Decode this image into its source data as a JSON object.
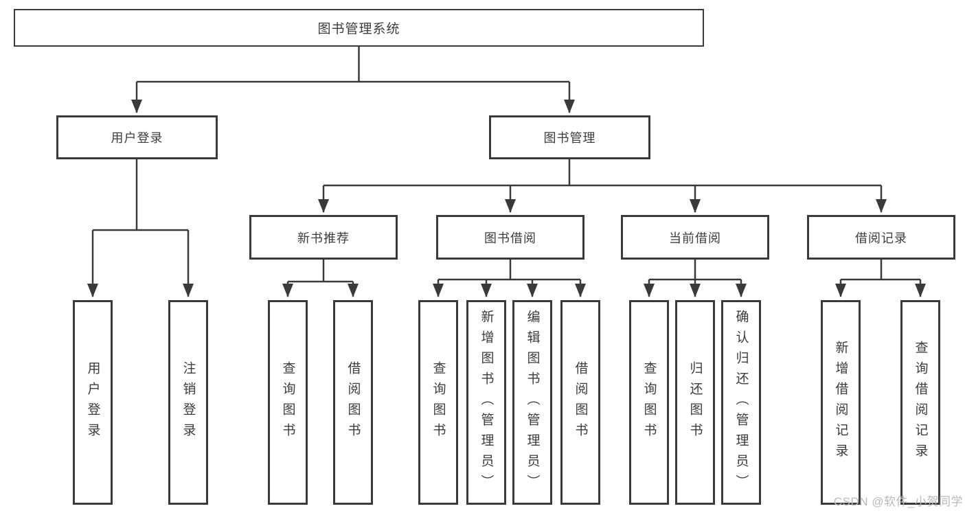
{
  "tree": {
    "root": "图书管理系统",
    "children": [
      {
        "label": "用户登录",
        "children": [
          "用户登录",
          "注销登录"
        ]
      },
      {
        "label": "图书管理",
        "children": [
          {
            "label": "新书推荐",
            "children": [
              "查询图书",
              "借阅图书"
            ]
          },
          {
            "label": "图书借阅",
            "children": [
              "查询图书",
              "新增图书（管理员）",
              "编辑图书（管理员）",
              "借阅图书"
            ]
          },
          {
            "label": "当前借阅",
            "children": [
              "查询图书",
              "归还图书",
              "确认归还（管理员）"
            ]
          },
          {
            "label": "借阅记录",
            "children": [
              "新增借阅记录",
              "查询借阅记录"
            ]
          }
        ]
      }
    ]
  },
  "colors": {
    "line": "#3a3a3a",
    "text": "#3c3c3c",
    "box_background": "#ffffff",
    "watermark": "#b9b9b9"
  },
  "watermark": {
    "text": "CSDN @软件_小贺同学"
  }
}
